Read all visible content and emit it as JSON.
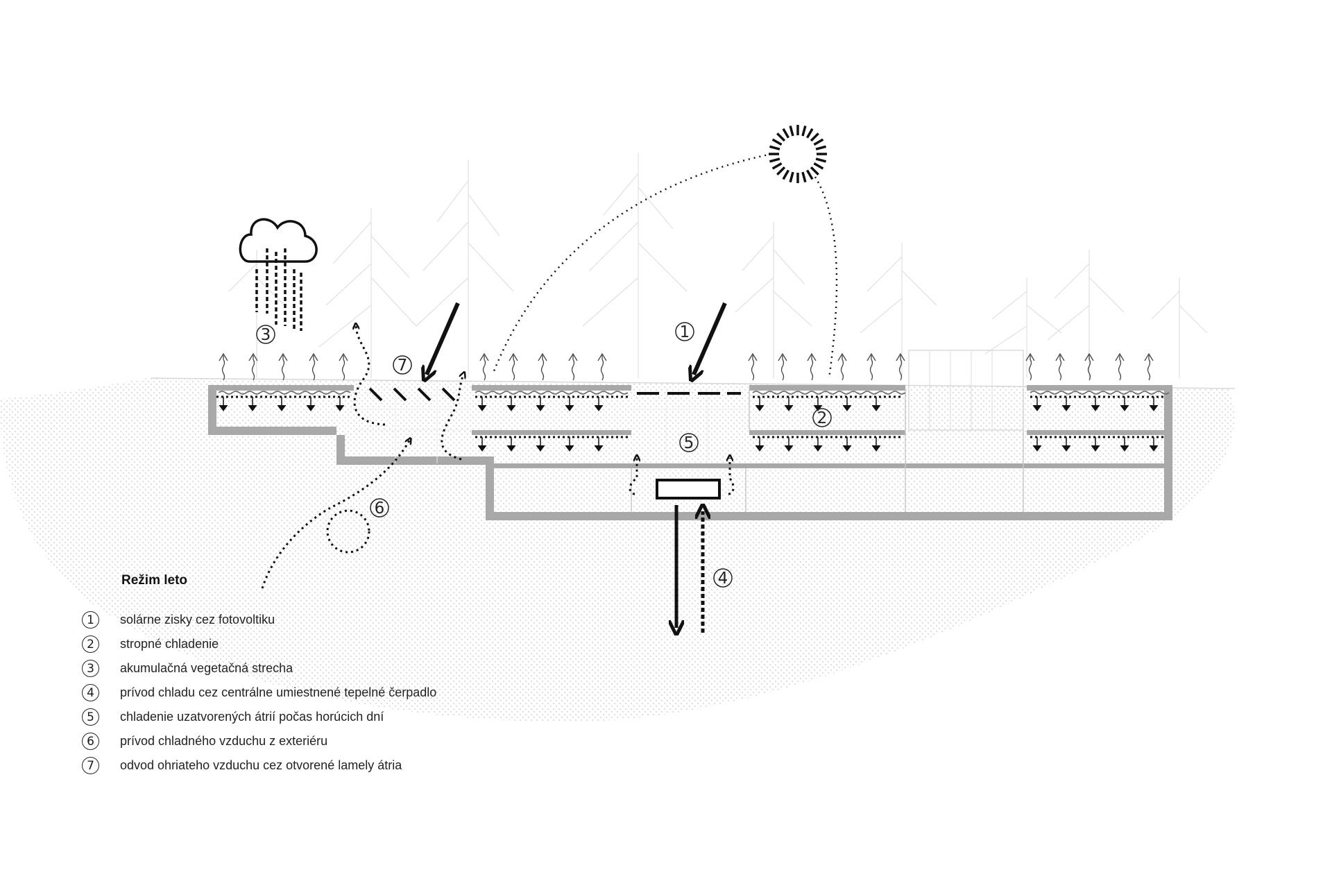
{
  "diagram": {
    "labels": {
      "n1": "1",
      "n2": "2",
      "n3": "3",
      "n4": "4",
      "n5": "5",
      "n6": "6",
      "n7": "7"
    }
  },
  "legend": {
    "title": "Režim leto",
    "items": [
      {
        "num": "1",
        "text": "solárne zisky cez fotovoltiku"
      },
      {
        "num": "2",
        "text": "stropné chladenie"
      },
      {
        "num": "3",
        "text": "akumulačná vegetačná strecha"
      },
      {
        "num": "4",
        "text": "prívod chladu cez centrálne umiestnené tepelné čerpadlo"
      },
      {
        "num": "5",
        "text": "chladenie uzatvorených átrií počas horúcich dní"
      },
      {
        "num": "6",
        "text": "prívod chladného vzduchu z exteriéru"
      },
      {
        "num": "7",
        "text": "odvod ohriateho vzduchu cez otvorené lamely átria"
      }
    ]
  }
}
